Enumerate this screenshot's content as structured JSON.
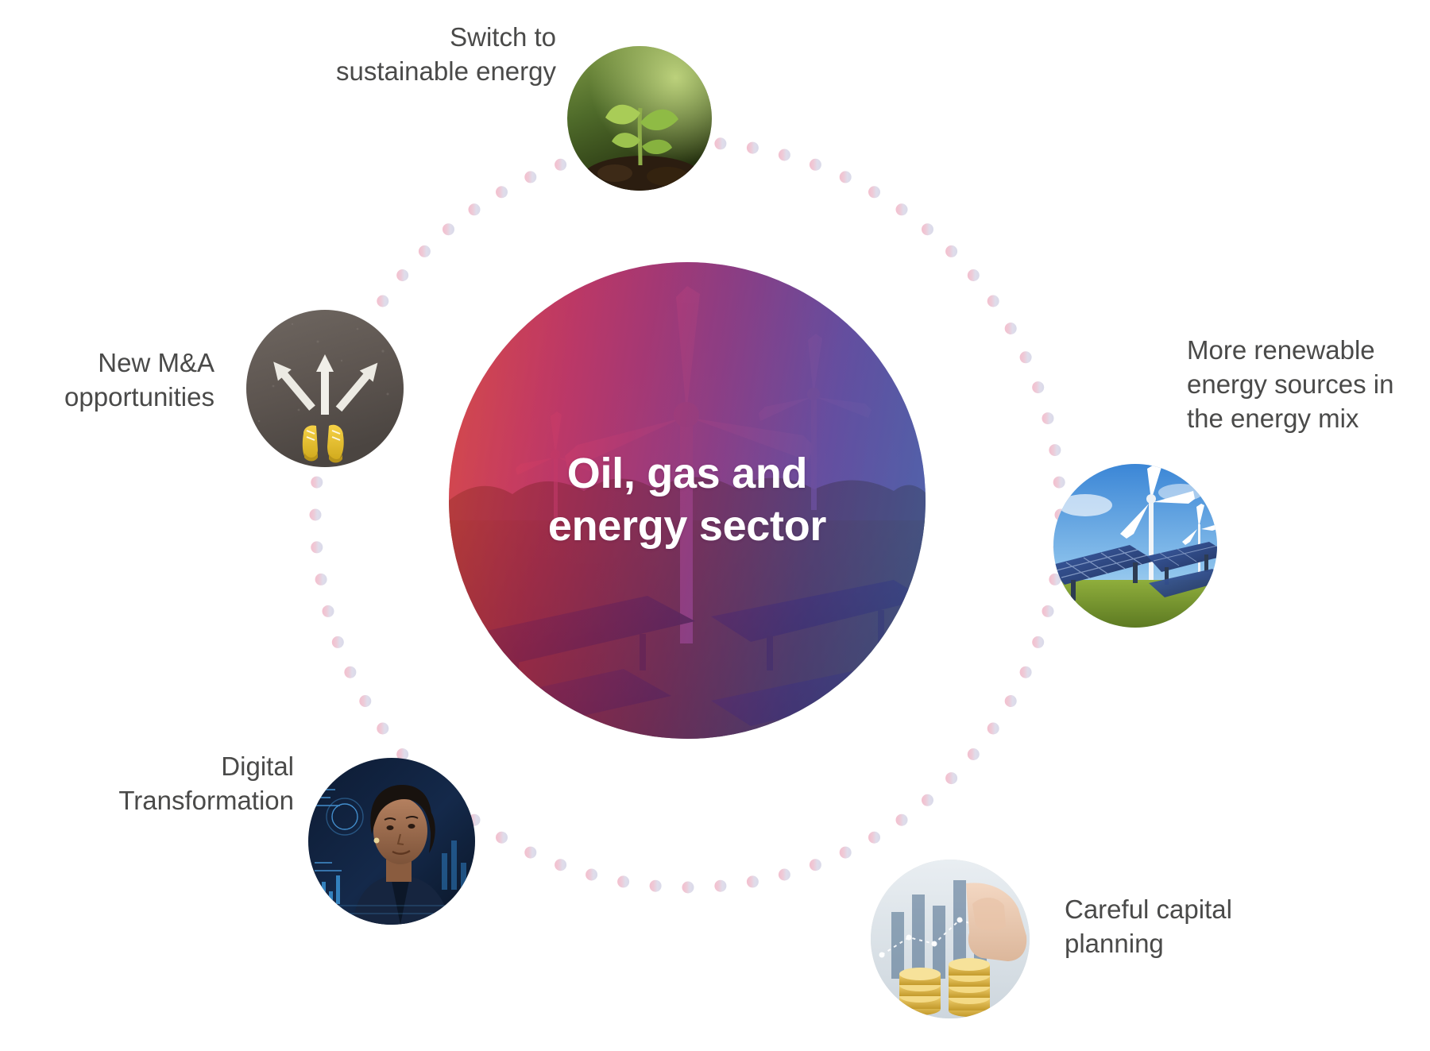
{
  "diagram": {
    "title": "Oil, gas and energy sector",
    "center": {
      "label_line1": "Oil, gas and",
      "label_line2": "energy sector",
      "text_color": "#ffffff",
      "gradient_from": "#e8493f",
      "gradient_mid": "#9e3580",
      "gradient_to": "#4a66b0",
      "image_name": "wind-turbine-solar-farm-photo"
    },
    "ring": {
      "style": "dotted",
      "dot_color_left": "#f4c6d4",
      "dot_color_right": "#dcdce8",
      "dot_count": 72
    },
    "nodes": [
      {
        "id": "switch-sustainable-energy",
        "label": "Switch to\nsustainable energy",
        "align": "right",
        "image_name": "seedling-plant-photo"
      },
      {
        "id": "more-renewable-energy",
        "label": "More renewable\nenergy sources in\nthe energy mix",
        "align": "left",
        "image_name": "solar-panels-wind-turbine-photo"
      },
      {
        "id": "careful-capital-planning",
        "label": "Careful capital\nplanning",
        "align": "left",
        "image_name": "stacked-coins-hand-photo"
      },
      {
        "id": "digital-transformation",
        "label": "Digital\nTransformation",
        "align": "right",
        "image_name": "woman-digital-data-photo"
      },
      {
        "id": "new-ma-opportunities",
        "label": "New M&A\nopportunities",
        "align": "right",
        "image_name": "road-arrows-yellow-shoes-photo"
      }
    ]
  }
}
